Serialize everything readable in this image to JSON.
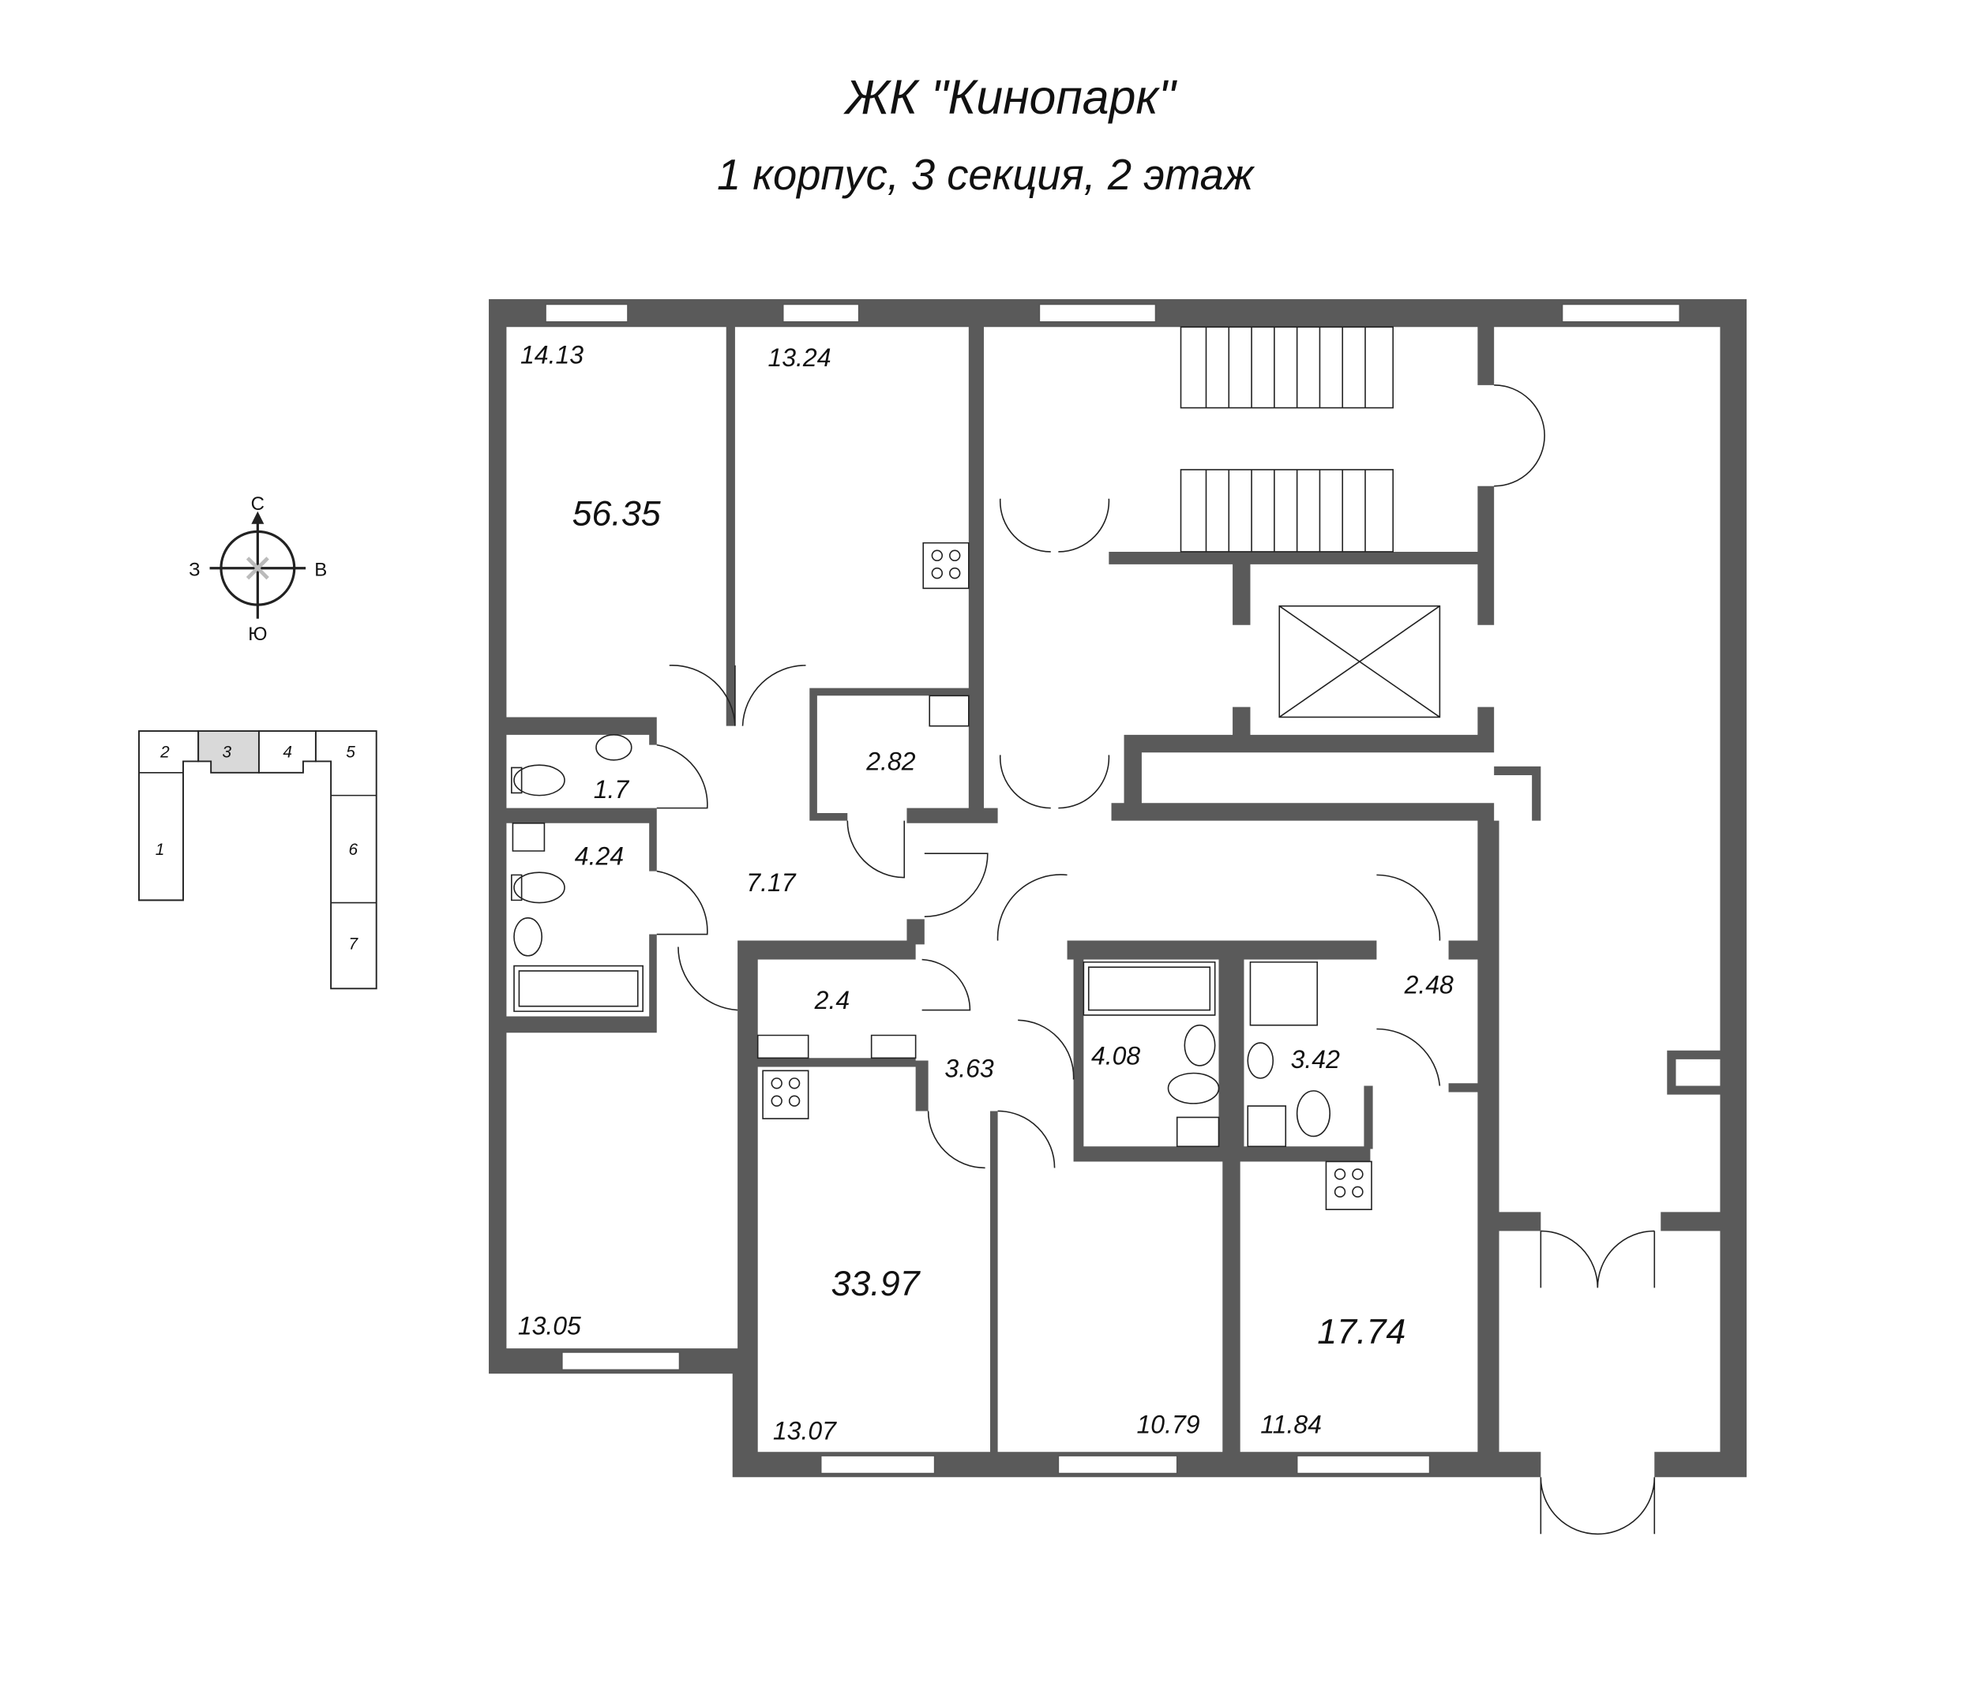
{
  "header": {
    "title": "ЖК \"Кинопарк\"",
    "subtitle": "1 корпус, 3 секция, 2 этаж"
  },
  "compass": {
    "north": "С",
    "south": "Ю",
    "west": "З",
    "east": "В"
  },
  "key_plan": {
    "sections": [
      "1",
      "2",
      "3",
      "4",
      "5",
      "6",
      "7"
    ],
    "highlighted": "3",
    "highlight_color": "#d9d9d9"
  },
  "apartments": [
    {
      "total": "56.35",
      "rooms": [
        "14.13",
        "13.24",
        "2.82",
        "1.7",
        "4.24",
        "7.17",
        "13.05"
      ]
    },
    {
      "total": "33.97",
      "rooms": [
        "2.4",
        "3.63",
        "4.08",
        "13.07",
        "10.79"
      ]
    },
    {
      "total": "17.74",
      "rooms": [
        "3.42",
        "2.48",
        "11.84"
      ]
    }
  ],
  "colors": {
    "wall": "#5a5a5a",
    "background": "#ffffff"
  }
}
